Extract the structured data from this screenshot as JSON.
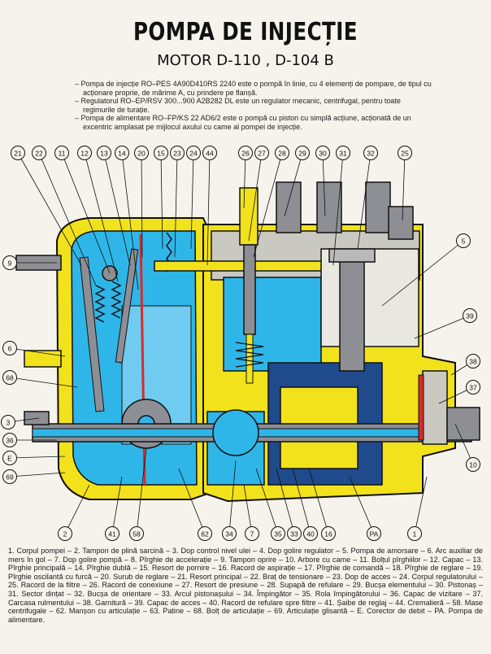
{
  "header": {
    "corner_left": "",
    "corner_right": "",
    "title": "POMPA DE INJECȚIE",
    "subtitle": "MOTOR  D-110 , D-104 B"
  },
  "intro": [
    "– Pompa de injecție RO–PES 4A90D410RS 2240 este o pompă în linie, cu 4 elemenți de pompare, de tipul cu acționare proprie, de mărime A, cu prindere pe flanșă.",
    "– Regulatorul RO–EP/RSV 300...900 A2B282 DL este un regulator mecanic, centrifugal, pentru toate regimurile de turație.",
    "– Pompa de alimentare RO–FP/KS 22 AD6/2 este o pompă cu piston cu simplă acțiune, acționată de un excentric amplasat pe mijlocul axului cu came al pompei de injecție."
  ],
  "callouts": [
    {
      "label": "21"
    },
    {
      "label": "22"
    },
    {
      "label": "11"
    },
    {
      "label": "12"
    },
    {
      "label": "13"
    },
    {
      "label": "14"
    },
    {
      "label": "20"
    },
    {
      "label": "15"
    },
    {
      "label": "23"
    },
    {
      "label": "24"
    },
    {
      "label": "44"
    },
    {
      "label": "26"
    },
    {
      "label": "27"
    },
    {
      "label": "28"
    },
    {
      "label": "29"
    },
    {
      "label": "30"
    },
    {
      "label": "31"
    },
    {
      "label": "32"
    },
    {
      "label": "25"
    },
    {
      "label": "5"
    },
    {
      "label": "9"
    },
    {
      "label": "39"
    },
    {
      "label": "6"
    },
    {
      "label": "38"
    },
    {
      "label": "68"
    },
    {
      "label": "37"
    },
    {
      "label": "3"
    },
    {
      "label": "36"
    },
    {
      "label": "E"
    },
    {
      "label": "10"
    },
    {
      "label": "69"
    },
    {
      "label": "2"
    },
    {
      "label": "41"
    },
    {
      "label": "58"
    },
    {
      "label": "62"
    },
    {
      "label": "34"
    },
    {
      "label": "7"
    },
    {
      "label": "35"
    },
    {
      "label": "33"
    },
    {
      "label": "40"
    },
    {
      "label": "16"
    },
    {
      "label": "PA"
    },
    {
      "label": "1"
    }
  ],
  "legend": "1. Corpul pompei – 2. Tampon de plină sarcină – 3. Dop control nivel ulei – 4. Dop golire regulator – 5. Pompa de amorsare – 6. Arc auxiliar de mers în gol – 7. Dop golire pompă – 8. Pîrghie de accelerație – 9. Tampon oprire – 10. Arbore cu came – 11. Bolțul pîrghiilor – 12. Capac – 13. Pîrghie principală – 14. Pîrghie dublă – 15. Resort de pornire – 16. Racord de aspirație – 17. Pîrghie de comandă – 18. Pîrghie de reglare – 19. Pîrghie oscilantă cu furcă – 20. Surub de reglare – 21. Resort principal – 22. Braț de tensionare – 23. Dop de acces – 24. Corpul regulatorului – 25. Racord de la filtre – 26. Racord de conexiune – 27. Resort de presiune – 28. Supapă de refulare – 29. Bucșa elementului – 30. Pistonaș – 31. Sector dințat – 32. Bucșa de orientare – 33. Arcul pistonașului – 34. Împingător – 35. Rola împingătorului – 36. Capac de vizitare – 37. Carcasa rulmentului – 38. Garnitură – 39. Capac de acces – 40. Racord de refulare spre filtre – 41. Șaibe de reglaj – 44. Cremalieră – 58. Mase centrifugale – 62. Manșon cu articulație – 63. Patine – 68. Bolț de articulație – 69. Articulație glisantă – E. Corector de debit – PA. Pompa de alimentare.",
  "colors": {
    "casing_yellow": "#f2e21c",
    "cutaway_cyan": "#2fb6e8",
    "metal_gray": "#8d8f94",
    "dark_blue": "#1f4a8c",
    "red_line": "#d82b2b",
    "outline": "#111111"
  }
}
